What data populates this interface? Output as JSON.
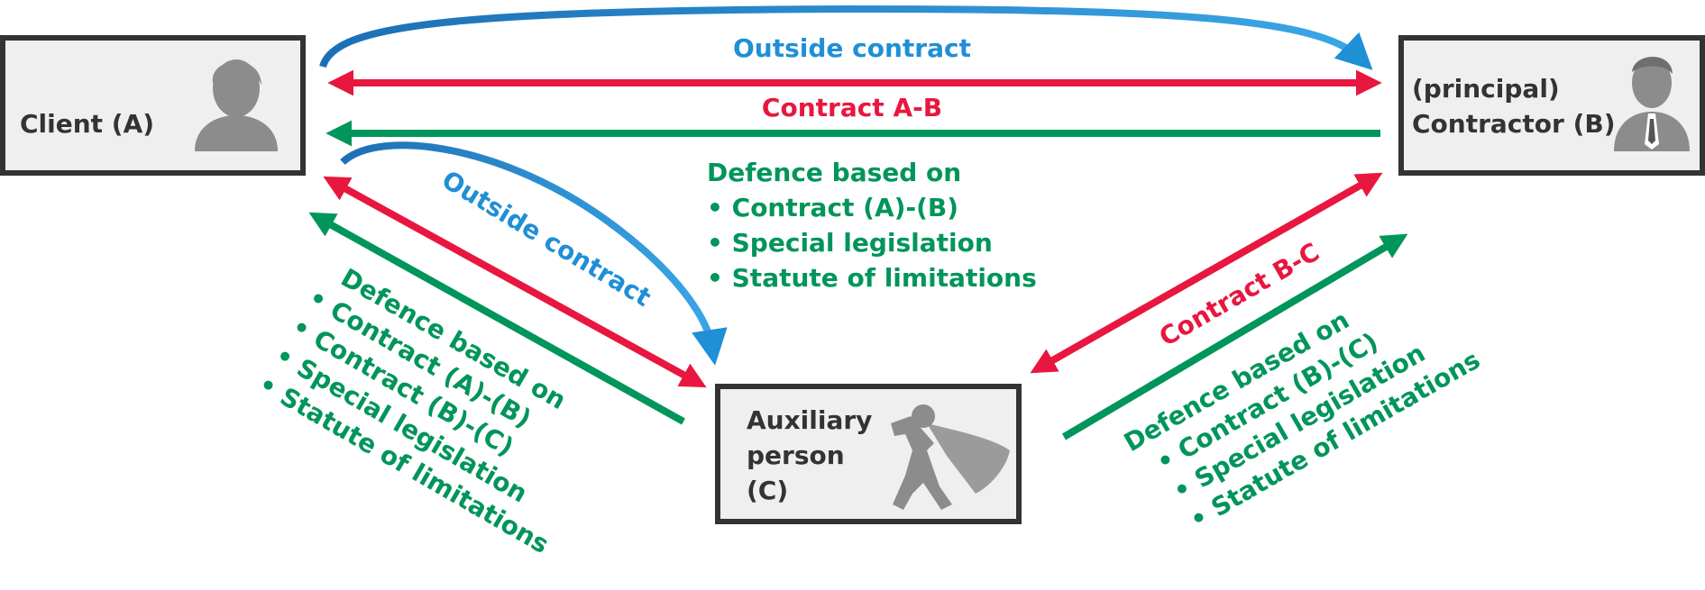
{
  "parties": {
    "client": {
      "label": "Client (A)",
      "icon": "woman-user-icon"
    },
    "contractor": {
      "line1": "(principal)",
      "line2": "Contractor (B)",
      "icon": "businessman-icon"
    },
    "auxiliary": {
      "line1": "Auxiliary",
      "line2": "person",
      "line3": "(C)",
      "icon": "superhero-icon"
    }
  },
  "relations": {
    "outside_contract_top": "Outside contract",
    "contract_ab": "Contract A-B",
    "outside_contract_left": "Outside contract",
    "contract_bc": "Contract B-C"
  },
  "defence_ab": {
    "title": "Defence based on",
    "items": [
      "• Contract (A)-(B)",
      "• Special legislation",
      "• Statute of limitations"
    ]
  },
  "defence_left": {
    "title": "Defence based on",
    "items": [
      "• Contract (A)-(B)",
      "• Contract (B)-(C)",
      "• Special legislation",
      "• Statute of limitations"
    ]
  },
  "defence_right": {
    "title": "Defence based on",
    "items": [
      "• Contract (B)-(C)",
      "• Special legislation",
      "• Statute of limitations"
    ]
  },
  "colors": {
    "contract": "#e8173f",
    "defence": "#00955a",
    "outside_contract": "#1f8fd6",
    "box_fill": "#efefef",
    "box_border": "#333333"
  }
}
